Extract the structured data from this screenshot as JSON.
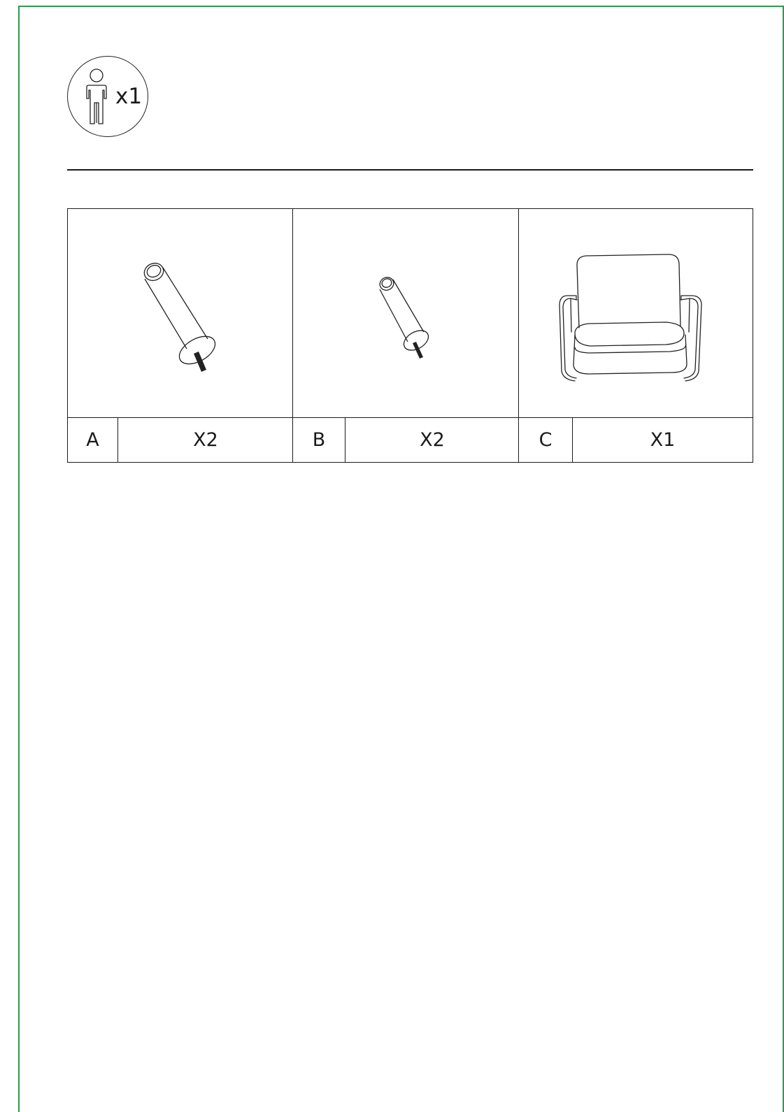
{
  "header": {
    "people_required": "x1",
    "icon": "person-icon"
  },
  "colors": {
    "frame_border": "#2e9a4e",
    "line": "#1a1a1a"
  },
  "parts": [
    {
      "letter": "A",
      "quantity": "X2",
      "icon": "leg-icon"
    },
    {
      "letter": "B",
      "quantity": "X2",
      "icon": "leg-small-icon"
    },
    {
      "letter": "C",
      "quantity": "X1",
      "icon": "armchair-icon"
    }
  ]
}
